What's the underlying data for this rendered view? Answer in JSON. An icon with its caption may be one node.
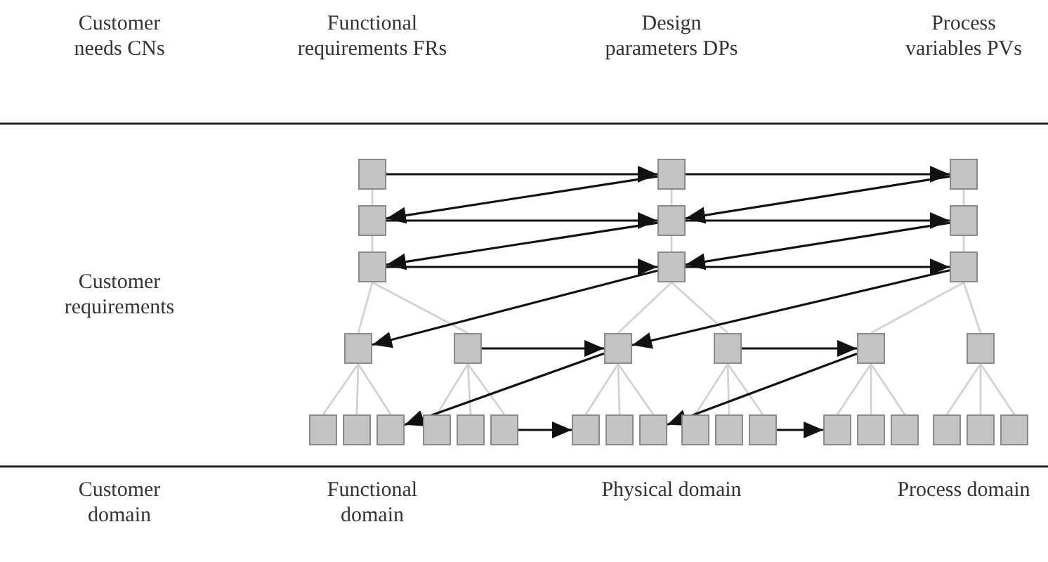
{
  "diagram": {
    "nodes": [
      {
        "text": [],
        "shape": "box"
      },
      {
        "text": [],
        "shape": "box"
      },
      {
        "text": [],
        "shape": "box"
      },
      {
        "text": [],
        "shape": "box"
      },
      {
        "text": [],
        "shape": "box"
      },
      {
        "text": [],
        "shape": "box"
      },
      {
        "text": [],
        "shape": "box"
      },
      {
        "text": [],
        "shape": "box"
      },
      {
        "text": [],
        "shape": "box"
      },
      {
        "text": [],
        "shape": "box"
      },
      {
        "text": [],
        "shape": "box"
      },
      {
        "text": [],
        "shape": "box"
      },
      {
        "text": [],
        "shape": "box"
      },
      {
        "text": [],
        "shape": "box"
      },
      {
        "text": [],
        "shape": "box"
      },
      {
        "text": [],
        "shape": "box"
      },
      {
        "text": [],
        "shape": "box"
      },
      {
        "text": [],
        "shape": "box"
      },
      {
        "text": [],
        "shape": "box"
      },
      {
        "text": [],
        "shape": "box"
      },
      {
        "text": [],
        "shape": "box"
      },
      {
        "text": [],
        "shape": "box"
      },
      {
        "text": [],
        "shape": "box"
      },
      {
        "text": [],
        "shape": "box"
      },
      {
        "text": [],
        "shape": "box"
      },
      {
        "text": [],
        "shape": "box"
      },
      {
        "text": [],
        "shape": "box"
      },
      {
        "text": [],
        "shape": "box"
      },
      {
        "text": [],
        "shape": "box"
      },
      {
        "text": [],
        "shape": "box"
      },
      {
        "text": [],
        "shape": "box"
      },
      {
        "text": [],
        "shape": "box"
      },
      {
        "text": [],
        "shape": "box"
      }
    ],
    "edges": [
      {
        "from": 0,
        "to": 3,
        "arrow": "none"
      },
      {
        "from": 3,
        "to": 6,
        "arrow": "none"
      },
      {
        "from": 6,
        "to": 9,
        "arrow": "none"
      },
      {
        "from": 6,
        "to": 10,
        "arrow": "none"
      },
      {
        "from": 9,
        "to": 15,
        "arrow": "none"
      },
      {
        "from": 9,
        "to": 16,
        "arrow": "none"
      },
      {
        "from": 9,
        "to": 17,
        "arrow": "none"
      },
      {
        "from": 10,
        "to": 18,
        "arrow": "none"
      },
      {
        "from": 10,
        "to": 19,
        "arrow": "none"
      },
      {
        "from": 10,
        "to": 20,
        "arrow": "none"
      },
      {
        "from": 1,
        "to": 4,
        "arrow": "none"
      },
      {
        "from": 4,
        "to": 7,
        "arrow": "none"
      },
      {
        "from": 7,
        "to": 11,
        "arrow": "none"
      },
      {
        "from": 7,
        "to": 12,
        "arrow": "none"
      },
      {
        "from": 11,
        "to": 21,
        "arrow": "none"
      },
      {
        "from": 11,
        "to": 22,
        "arrow": "none"
      },
      {
        "from": 11,
        "to": 23,
        "arrow": "none"
      },
      {
        "from": 12,
        "to": 24,
        "arrow": "none"
      },
      {
        "from": 12,
        "to": 25,
        "arrow": "none"
      },
      {
        "from": 12,
        "to": 26,
        "arrow": "none"
      },
      {
        "from": 2,
        "to": 5,
        "arrow": "none"
      },
      {
        "from": 5,
        "to": 8,
        "arrow": "none"
      },
      {
        "from": 8,
        "to": 13,
        "arrow": "none"
      },
      {
        "from": 8,
        "to": 14,
        "arrow": "none"
      },
      {
        "from": 13,
        "to": 27,
        "arrow": "none"
      },
      {
        "from": 13,
        "to": 28,
        "arrow": "none"
      },
      {
        "from": 13,
        "to": 29,
        "arrow": "none"
      },
      {
        "from": 14,
        "to": 30,
        "arrow": "none"
      },
      {
        "from": 14,
        "to": 31,
        "arrow": "none"
      },
      {
        "from": 14,
        "to": 32,
        "arrow": "none"
      },
      {
        "from": 0,
        "to": 1,
        "arrow": "to",
        "color": "#111111"
      },
      {
        "from": 1,
        "to": 2,
        "arrow": "to",
        "color": "#111111"
      },
      {
        "from": 1,
        "to": 3,
        "arrow": "to",
        "color": "#111111"
      },
      {
        "from": 2,
        "to": 4,
        "arrow": "to",
        "color": "#111111"
      },
      {
        "from": 3,
        "to": 4,
        "arrow": "to",
        "color": "#111111"
      },
      {
        "from": 4,
        "to": 5,
        "arrow": "to",
        "color": "#111111"
      },
      {
        "from": 4,
        "to": 6,
        "arrow": "to",
        "color": "#111111"
      },
      {
        "from": 5,
        "to": 7,
        "arrow": "to",
        "color": "#111111"
      },
      {
        "from": 6,
        "to": 7,
        "arrow": "to",
        "color": "#111111"
      },
      {
        "from": 7,
        "to": 8,
        "arrow": "to",
        "color": "#111111"
      },
      {
        "from": 7,
        "to": 9,
        "arrow": "to",
        "color": "#111111"
      },
      {
        "from": 8,
        "to": 11,
        "arrow": "to",
        "color": "#111111"
      },
      {
        "from": 10,
        "to": 11,
        "arrow": "to",
        "color": "#111111"
      },
      {
        "from": 12,
        "to": 13,
        "arrow": "to",
        "color": "#111111"
      },
      {
        "from": 11,
        "to": 17,
        "arrow": "to",
        "color": "#111111"
      },
      {
        "from": 13,
        "to": 23,
        "arrow": "to",
        "color": "#111111"
      },
      {
        "from": 20,
        "to": 21,
        "arrow": "to",
        "color": "#111111"
      },
      {
        "from": 26,
        "to": 27,
        "arrow": "to",
        "color": "#111111"
      }
    ],
    "labels": [
      "Customer needs CNs",
      "Functional requirements FRs",
      "Design parameters DPs",
      "Process variables PVs",
      "Customer requirements",
      "Customer domain",
      "Functional domain",
      "Physical domain",
      "Process domain"
    ]
  }
}
